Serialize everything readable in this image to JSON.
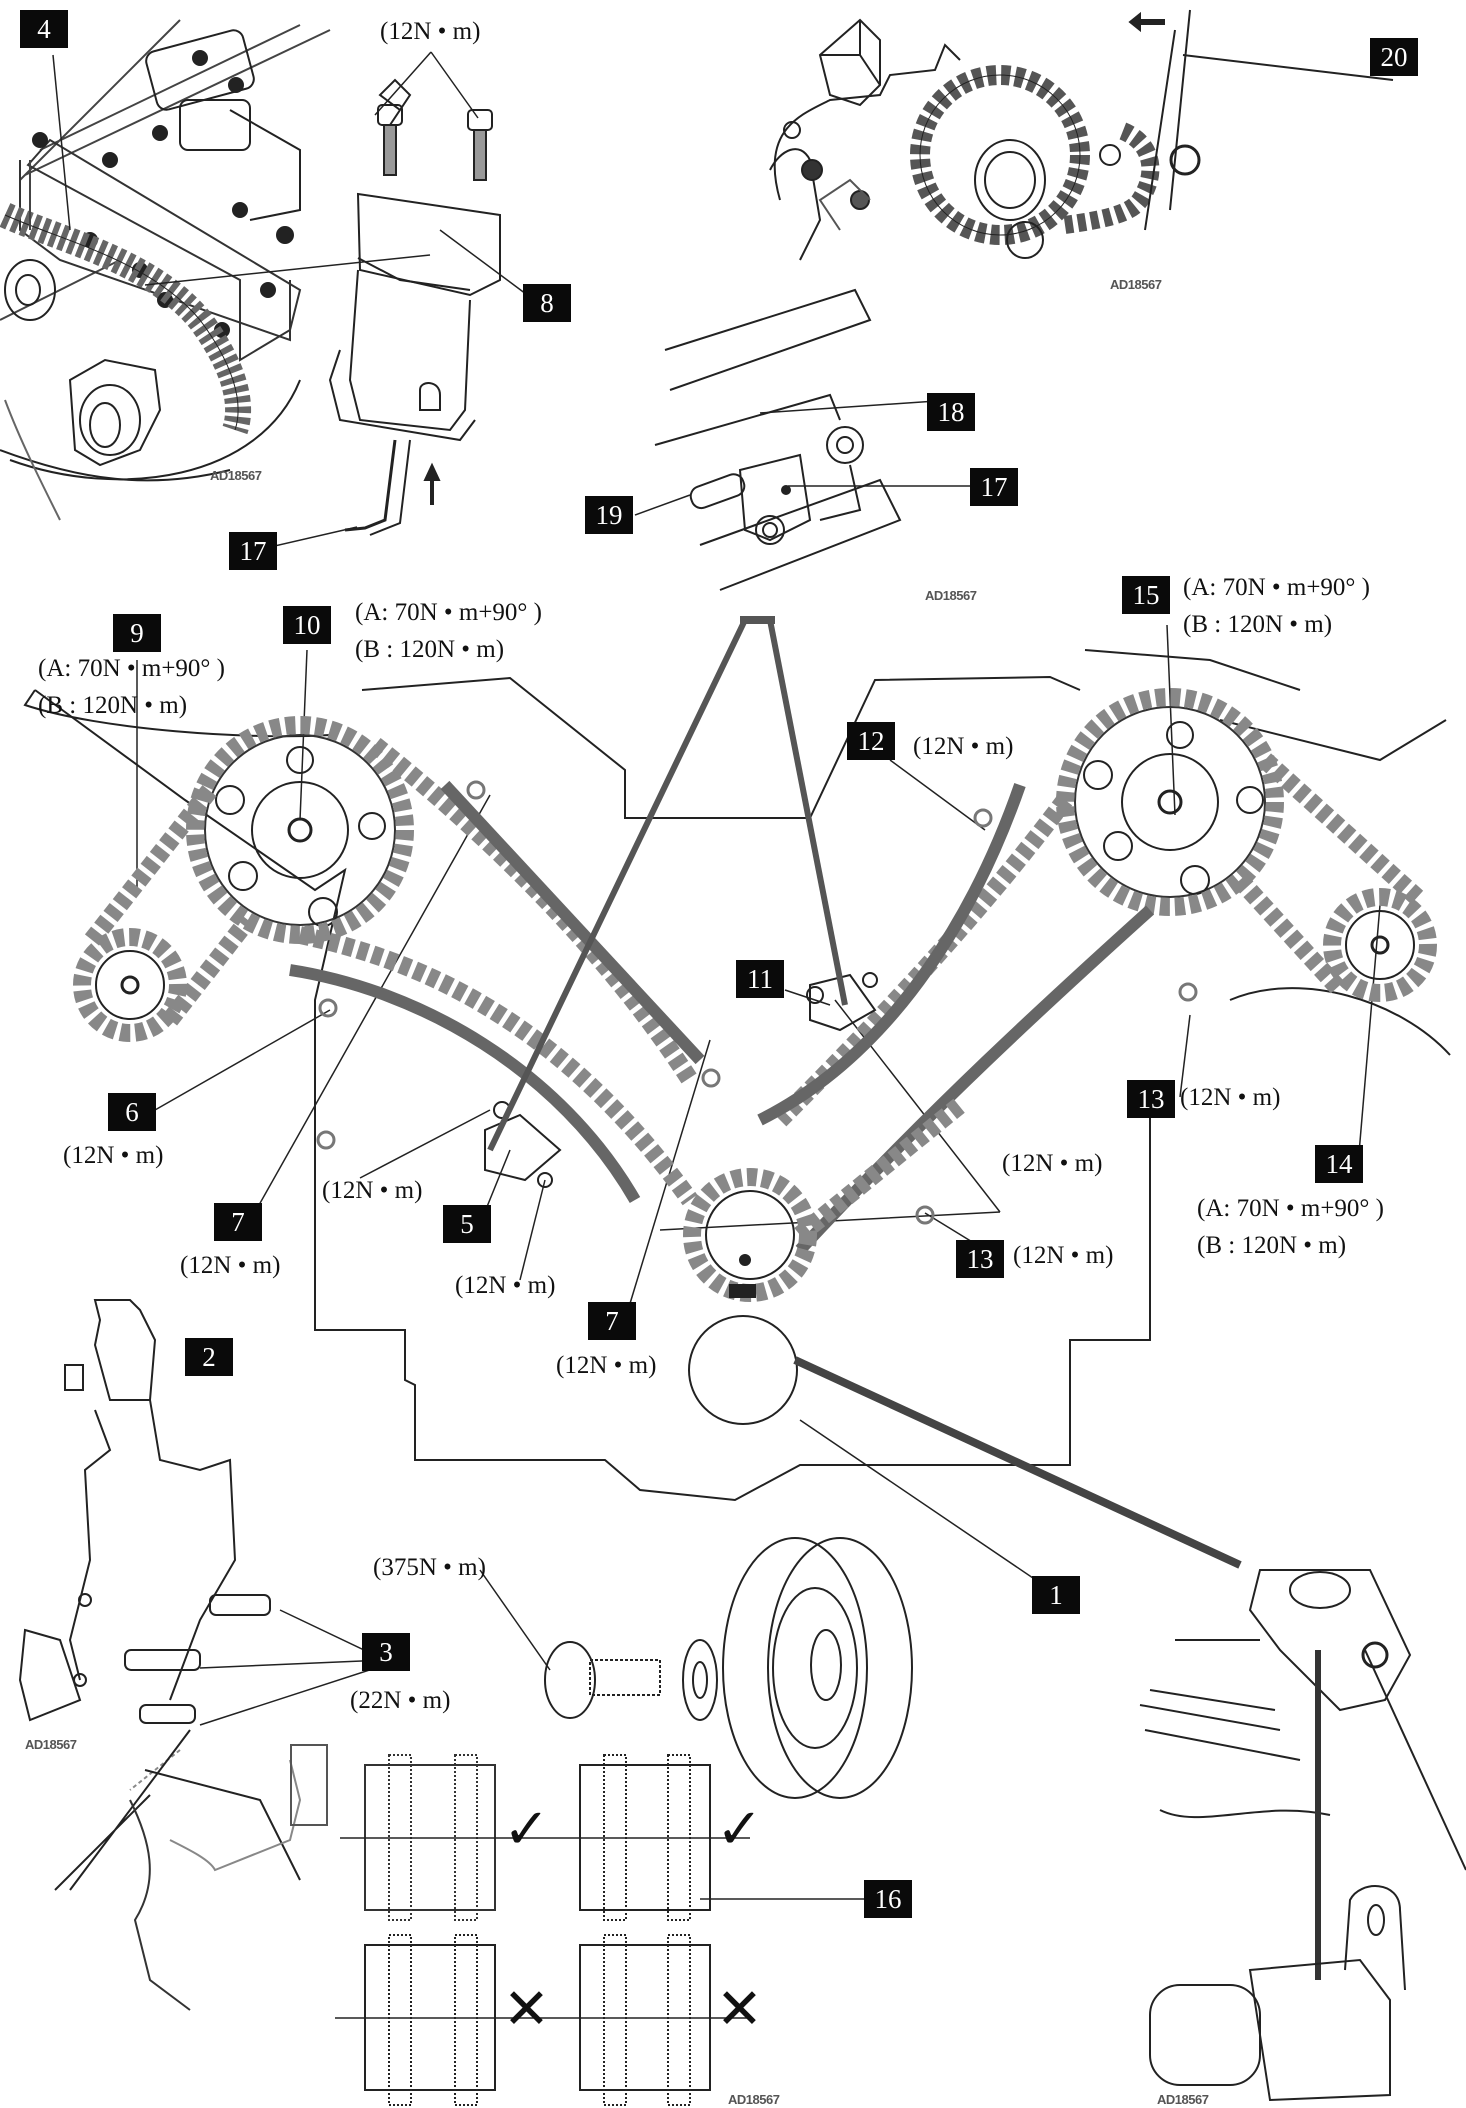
{
  "figure": {
    "title": "Timing chain components exploded diagram",
    "watermark": "AD18567"
  },
  "callouts": [
    {
      "id": "c4",
      "number": "4"
    },
    {
      "id": "c8",
      "number": "8"
    },
    {
      "id": "c17a",
      "number": "17"
    },
    {
      "id": "c20",
      "number": "20"
    },
    {
      "id": "c18",
      "number": "18"
    },
    {
      "id": "c19",
      "number": "19"
    },
    {
      "id": "c17b",
      "number": "17"
    },
    {
      "id": "c9",
      "number": "9"
    },
    {
      "id": "c10",
      "number": "10"
    },
    {
      "id": "c15",
      "number": "15"
    },
    {
      "id": "c12",
      "number": "12"
    },
    {
      "id": "c11",
      "number": "11"
    },
    {
      "id": "c6",
      "number": "6"
    },
    {
      "id": "c13a",
      "number": "13"
    },
    {
      "id": "c14",
      "number": "14"
    },
    {
      "id": "c7a",
      "number": "7"
    },
    {
      "id": "c5",
      "number": "5"
    },
    {
      "id": "c13b",
      "number": "13"
    },
    {
      "id": "c7b",
      "number": "7"
    },
    {
      "id": "c2",
      "number": "2"
    },
    {
      "id": "c1",
      "number": "1"
    },
    {
      "id": "c3",
      "number": "3"
    },
    {
      "id": "c16",
      "number": "16"
    }
  ],
  "torques": {
    "t_top_bolts": "(12N • m)",
    "t9_a": "(A: 70N • m+90° )",
    "t9_b": "(B : 120N • m)",
    "t10_a": "(A: 70N • m+90° )",
    "t10_b": "(B : 120N • m)",
    "t15_a": "(A: 70N • m+90° )",
    "t15_b": "(B : 120N • m)",
    "t12": "(12N • m)",
    "t6": "(12N • m)",
    "t13a": "(12N • m)",
    "t11": "(12N • m)",
    "t14_a": "(A: 70N • m+90° )",
    "t14_b": "(B : 120N • m)",
    "t7a": "(12N • m)",
    "t5a": "(12N • m)",
    "t5b": "(12N • m)",
    "t13b": "(12N • m)",
    "t7b": "(12N • m)",
    "t_crank": "(375N • m)",
    "t3": "(22N • m)"
  },
  "marks": {
    "check": "✓",
    "cross": "✕"
  }
}
